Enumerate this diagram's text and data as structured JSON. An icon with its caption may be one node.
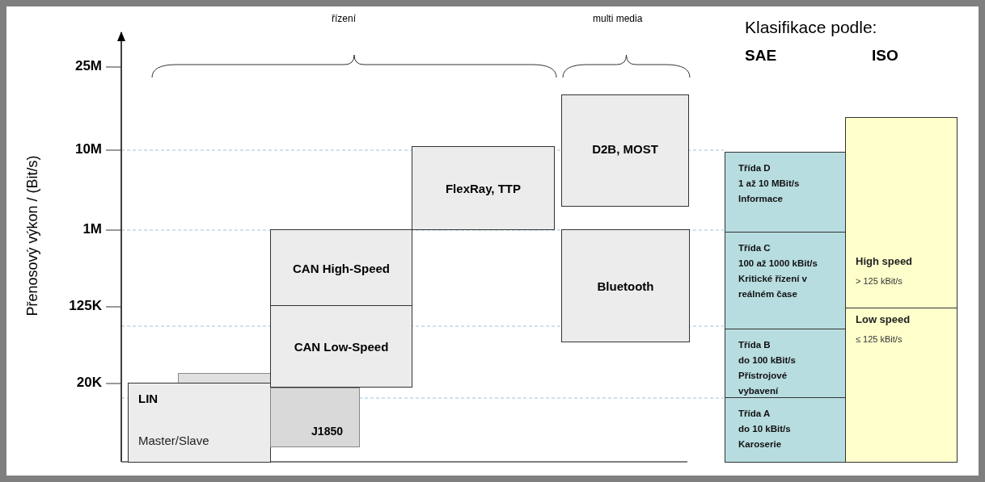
{
  "diagram": {
    "nodes": [
      {
        "text": [],
        "shape": "box"
      },
      {
        "text": [
          "LIN",
          "Master/Slave"
        ]
      },
      {
        "text": [
          "J1850"
        ]
      },
      {
        "text": [
          "CAN High-Speed"
        ]
      },
      {
        "text": [
          "CAN Low-Speed"
        ]
      },
      {
        "text": [
          "FlexRay, TTP"
        ]
      },
      {
        "text": [
          "D2B, MOST"
        ]
      },
      {
        "text": [
          "Bluetooth"
        ]
      },
      {
        "text": [
          "Třída D",
          "1 až 10 MBit/s",
          "Informace"
        ]
      },
      {
        "text": [
          "Třída C",
          "100 až 1000 kBit/s",
          "Kritické řízení v reálném čase"
        ]
      },
      {
        "text": [
          "Třída B",
          "do 100 kBit/s",
          "Přístrojové vybavení"
        ]
      },
      {
        "text": [
          "Třída A",
          "do 10 kBit/s",
          "Karoserie"
        ]
      },
      {
        "text": [
          "High speed",
          "> 125 kBit/s"
        ]
      },
      {
        "text": [
          "Low speed",
          "≤ 125 kBit/s"
        ]
      }
    ],
    "edges": [],
    "labels": [
      "řízení",
      "multi media",
      "Klasifikace podle:",
      "SAE",
      "ISO",
      "Přenosový výkon / (Bit/s)",
      "25M",
      "10M",
      "1M",
      "125K",
      "20K"
    ]
  }
}
